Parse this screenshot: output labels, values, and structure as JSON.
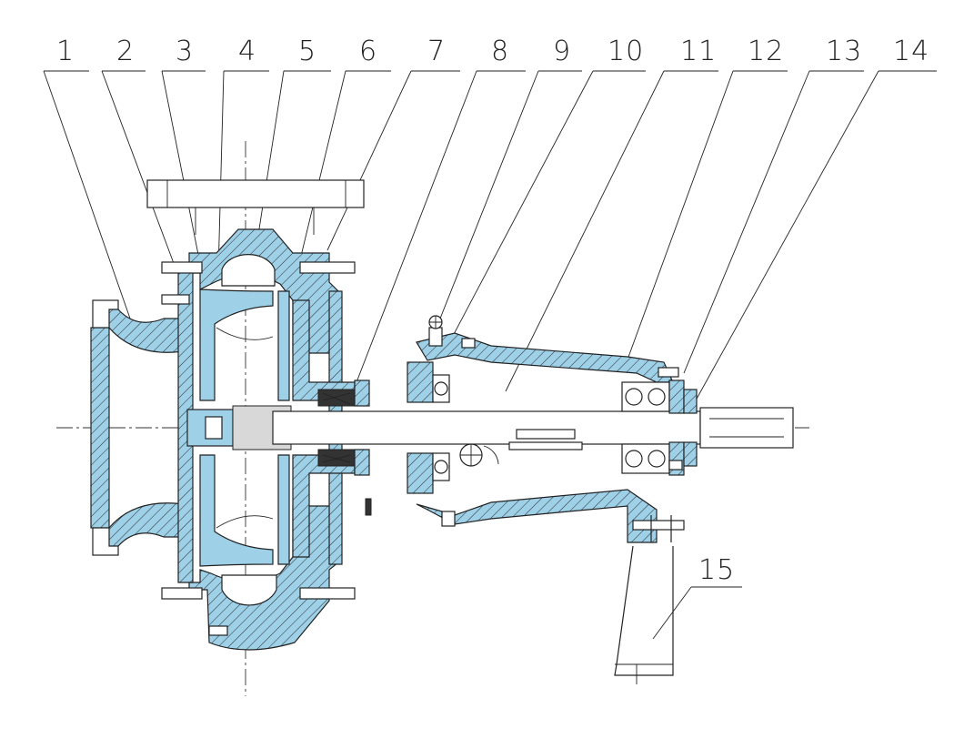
{
  "diagram": {
    "part_numbers": [
      "1",
      "2",
      "3",
      "4",
      "5",
      "6",
      "7",
      "8",
      "9",
      "10",
      "11",
      "12",
      "13",
      "14",
      "15"
    ]
  },
  "colors": {
    "casting": "#9ed0e8",
    "line": "#222222",
    "background": "#ffffff"
  }
}
